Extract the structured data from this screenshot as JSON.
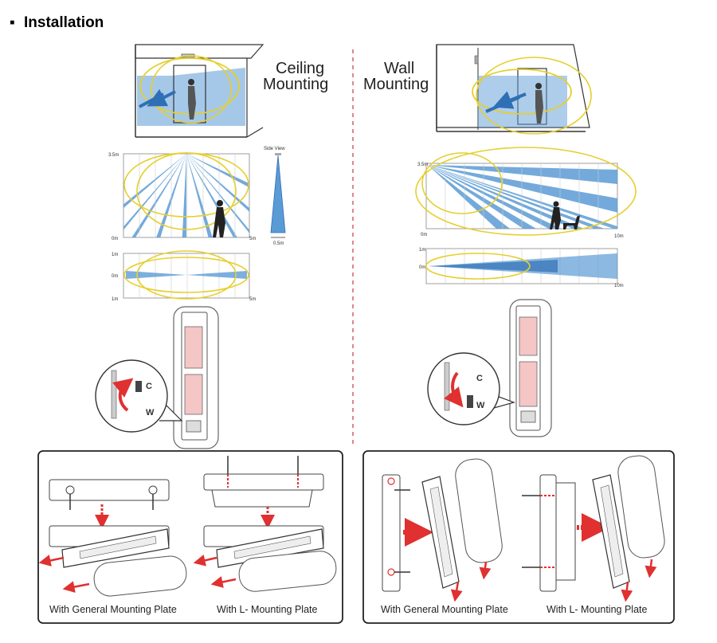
{
  "page": {
    "section_bullet": "▪",
    "section_title": "Installation"
  },
  "ceiling": {
    "title_line1": "Ceiling",
    "title_line2": "Mounting",
    "side_view_label": "Side View",
    "height_label": "3.5m",
    "floor_label": "0m",
    "range_label": "5m",
    "width_label": "0.5m",
    "top_view_top": "1m",
    "top_view_mid": "0m",
    "top_view_bottom": "1m",
    "top_view_range": "5m",
    "dial_top": "C",
    "dial_bottom": "W"
  },
  "wall": {
    "title_line1": "Wall",
    "title_line2": "Mounting",
    "height_label": "3.5m",
    "floor_label": "0m",
    "range_label": "10m",
    "top_view_top": "1m",
    "top_view_mid": "0m",
    "top_view_range": "10m",
    "dial_top": "C",
    "dial_bottom": "W"
  },
  "captions": {
    "ceiling_general": "With General Mounting Plate",
    "ceiling_l": "With L- Mounting Plate",
    "wall_general": "With General Mounting Plate",
    "wall_l": "With L- Mounting Plate"
  },
  "colors": {
    "beam": "#5b9bd5",
    "beam_dark": "#2f6fb5",
    "zone": "#e6cf2e",
    "arrow": "#e03030",
    "pcb": "#f5c6c6",
    "divider": "#c83a3a"
  }
}
